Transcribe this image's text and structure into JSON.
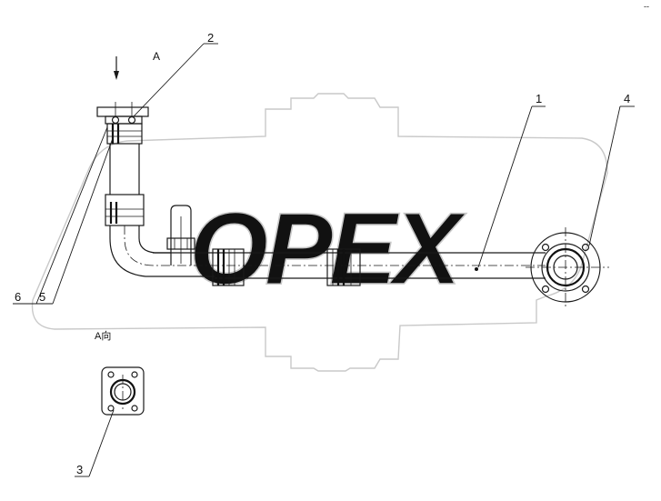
{
  "watermark": {
    "text": "OPEX",
    "color": "#c8c8c8"
  },
  "view": {
    "direction_label": "A",
    "view_caption": "A向"
  },
  "callouts": [
    {
      "id": "1",
      "label": "1"
    },
    {
      "id": "2",
      "label": "2"
    },
    {
      "id": "3",
      "label": "3"
    },
    {
      "id": "4",
      "label": "4"
    },
    {
      "id": "5",
      "label": "5"
    },
    {
      "id": "6",
      "label": "6"
    }
  ],
  "corner_mark": "--"
}
